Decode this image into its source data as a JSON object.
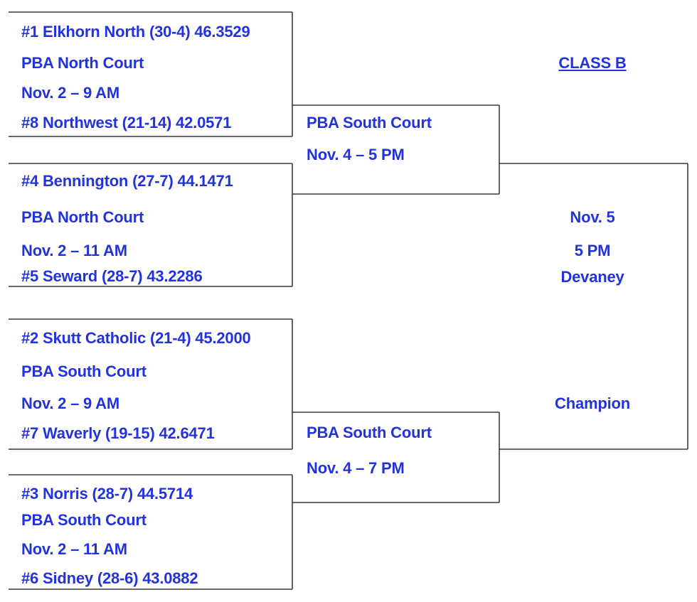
{
  "title": "CLASS B",
  "round1": [
    {
      "team_top": "#1 Elkhorn North (30-4) 46.3529",
      "venue": "PBA North Court",
      "time": "Nov. 2 – 9 AM",
      "team_bottom": "#8 Northwest (21-14) 42.0571"
    },
    {
      "team_top": "#4 Bennington (27-7) 44.1471",
      "venue": "PBA North Court",
      "time": "Nov. 2 – 11 AM",
      "team_bottom": "#5 Seward (28-7) 43.2286"
    },
    {
      "team_top": "#2 Skutt Catholic (21-4) 45.2000",
      "venue": "PBA South Court",
      "time": "Nov. 2 – 9 AM",
      "team_bottom": "#7 Waverly (19-15) 42.6471"
    },
    {
      "team_top": "#3 Norris (28-7) 44.5714",
      "venue": "PBA South Court",
      "time": "Nov. 2 – 11 AM",
      "team_bottom": "#6 Sidney (28-6) 43.0882"
    }
  ],
  "semifinals": [
    {
      "venue": "PBA South Court",
      "time": "Nov. 4 – 5 PM"
    },
    {
      "venue": "PBA South Court",
      "time": "Nov. 4 – 7 PM"
    }
  ],
  "final": {
    "date": "Nov. 5",
    "time": "5 PM",
    "venue": "Devaney",
    "label": "Champion"
  }
}
